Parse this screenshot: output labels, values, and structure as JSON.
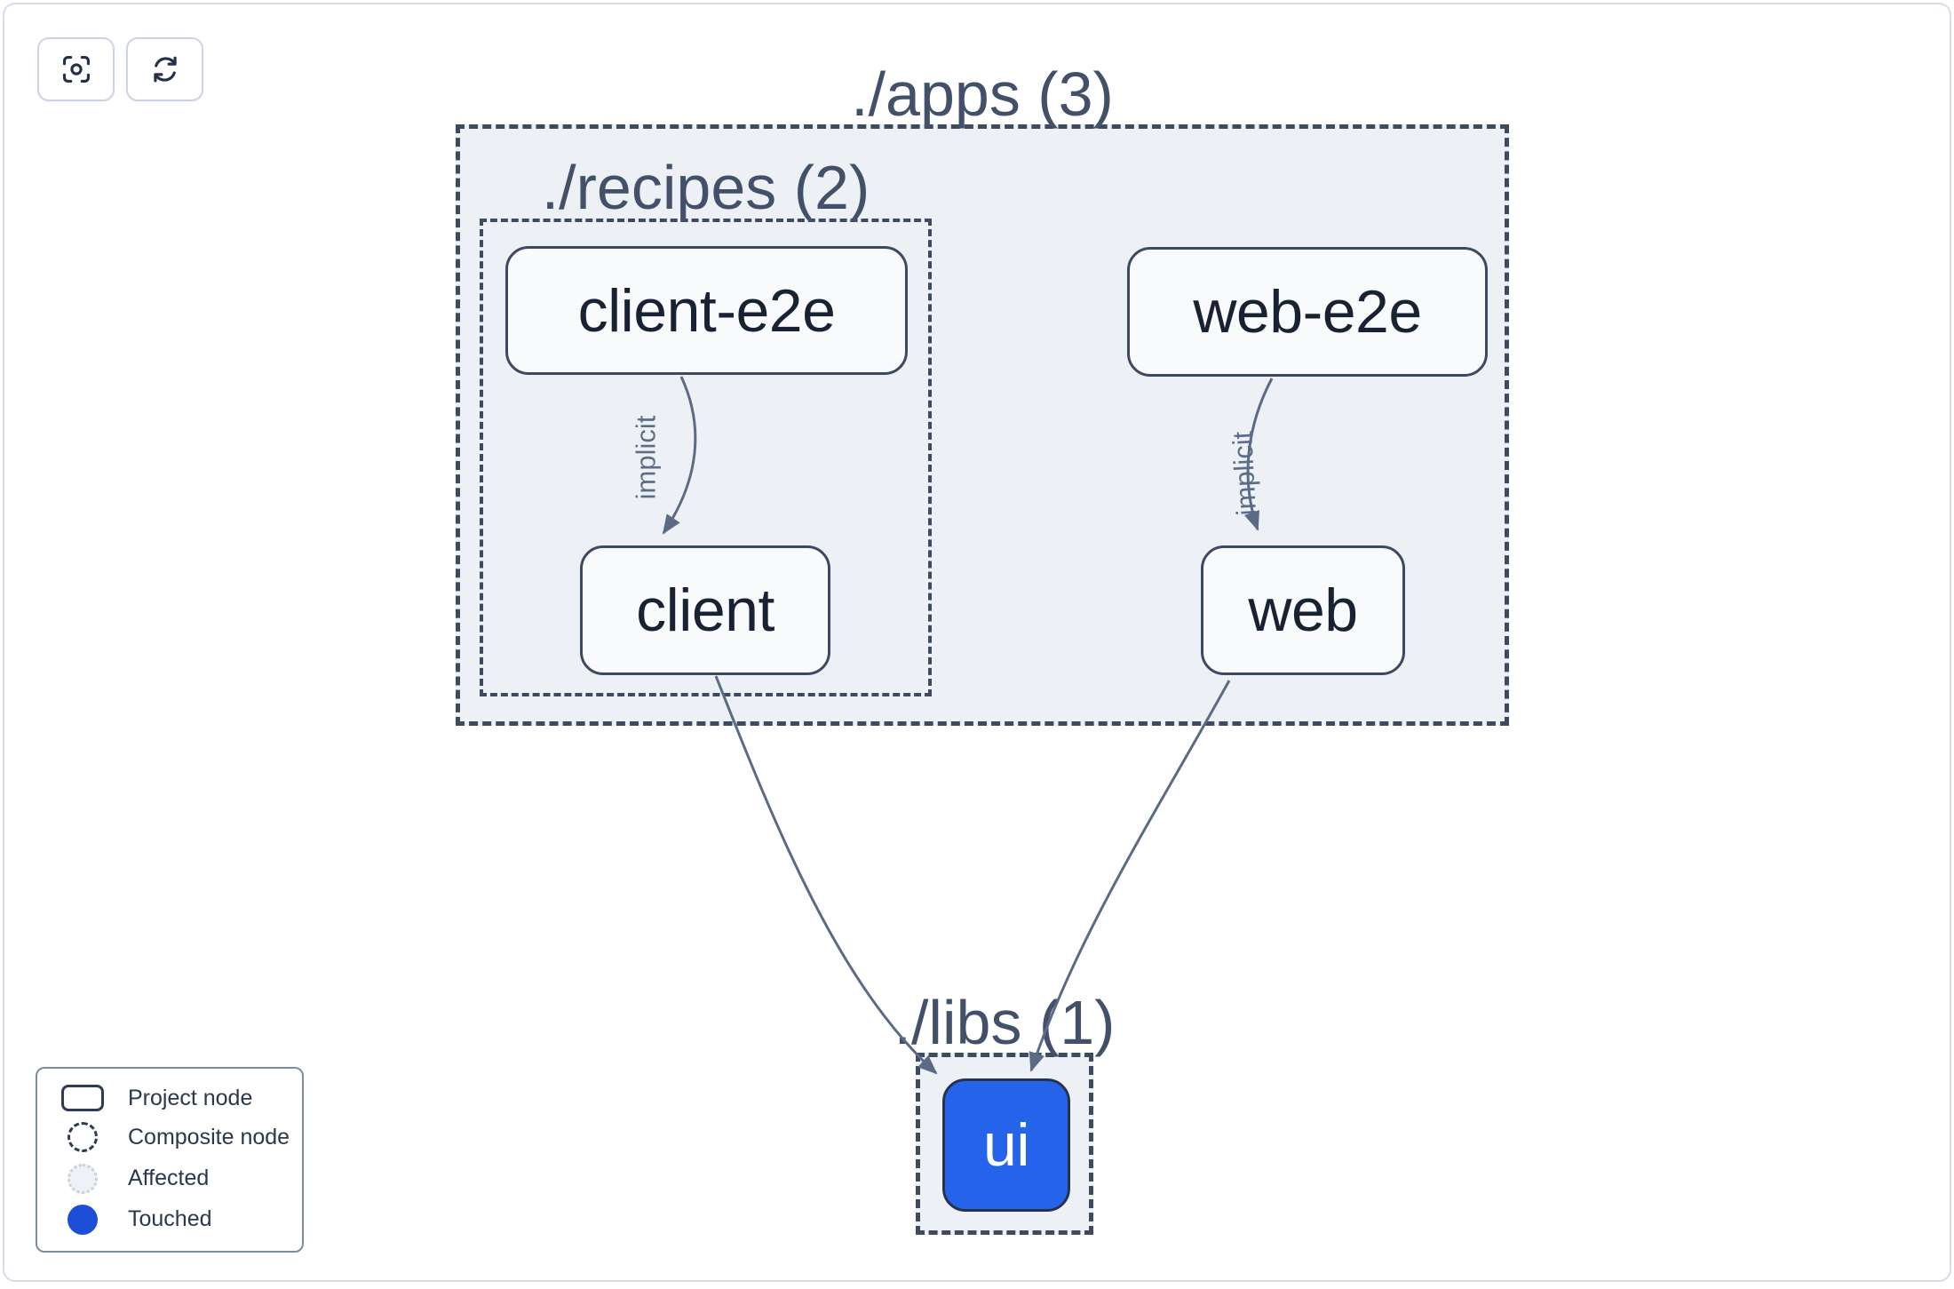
{
  "toolbar": {
    "buttons": [
      {
        "name": "focus",
        "icon": "focus-icon"
      },
      {
        "name": "refresh",
        "icon": "refresh-icon"
      }
    ]
  },
  "graph": {
    "groups": {
      "apps": {
        "label": "./apps (3)"
      },
      "recipes": {
        "label": "./recipes (2)"
      },
      "libs": {
        "label": "./libs (1)"
      }
    },
    "nodes": {
      "client_e2e": {
        "label": "client-e2e",
        "state": "project"
      },
      "web_e2e": {
        "label": "web-e2e",
        "state": "project"
      },
      "client": {
        "label": "client",
        "state": "project"
      },
      "web": {
        "label": "web",
        "state": "project"
      },
      "ui": {
        "label": "ui",
        "state": "touched"
      }
    },
    "edges": [
      {
        "from": "client-e2e",
        "to": "client",
        "label": "implicit"
      },
      {
        "from": "web-e2e",
        "to": "web",
        "label": "implicit"
      },
      {
        "from": "client",
        "to": "ui",
        "label": ""
      },
      {
        "from": "web",
        "to": "ui",
        "label": ""
      }
    ]
  },
  "legend": {
    "items": [
      {
        "label": "Project node",
        "icon": "project-node-icon"
      },
      {
        "label": "Composite node",
        "icon": "composite-node-icon"
      },
      {
        "label": "Affected",
        "icon": "affected-icon"
      },
      {
        "label": "Touched",
        "icon": "touched-icon"
      }
    ]
  },
  "colors": {
    "touched_node": "#2563eb",
    "touched_dot": "#1d4ed8",
    "group_fill": "#edf1f6",
    "group_border": "#3e4a5f",
    "node_border": "#3d4960",
    "node_fill": "#f8fafc",
    "node_text": "#182233",
    "edge": "#5b6b86",
    "label_text": "#42506a",
    "canvas_border": "#d6dcea"
  }
}
